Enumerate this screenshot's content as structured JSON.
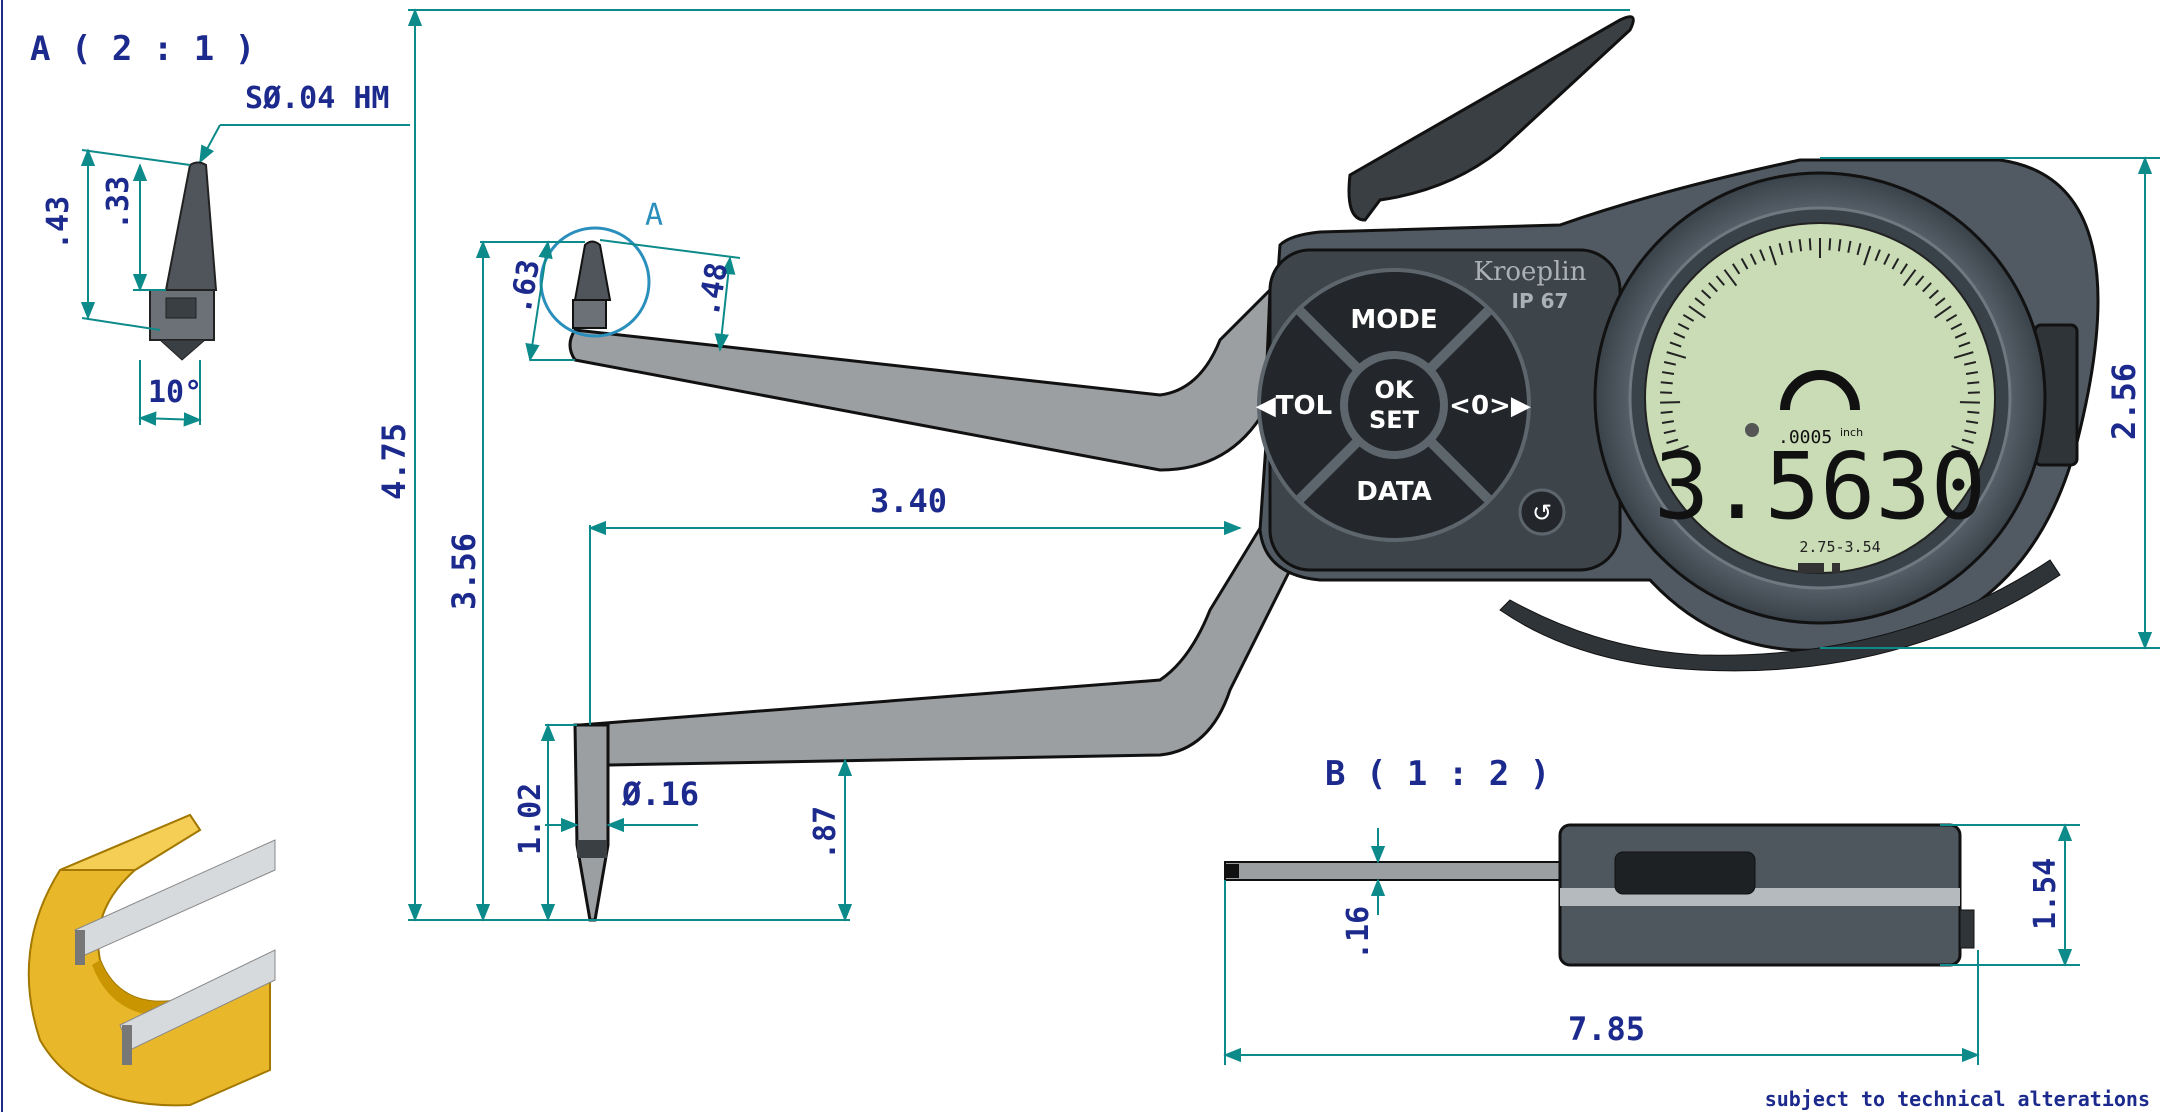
{
  "detail_a": {
    "title": "A ( 2 : 1 )",
    "tip_note": "SØ.04 HM",
    "dim_43": ".43",
    "dim_33": ".33",
    "angle": "10°",
    "circle_label": "A"
  },
  "device": {
    "brand": "Kroeplin",
    "ip_rating": "IP 67",
    "buttons": {
      "mode": "MODE",
      "tol": "◀TOL",
      "ok": "OK",
      "set": "SET",
      "zero": "<0>▶",
      "data": "DATA"
    },
    "display": {
      "reading": "3.5630",
      "resolution": ".0005",
      "unit": "inch",
      "range": "2.75-3.54"
    }
  },
  "dimensions": {
    "overall_height": "4.75",
    "jaw_depth": "3.56",
    "jaw_reach": "3.40",
    "tip_63": ".63",
    "tip_48": ".48",
    "tip_102": "1.02",
    "tip_dia": "Ø.16",
    "depth_87": ".87",
    "dial_dia": "2.56"
  },
  "detail_b": {
    "title": "B ( 1 : 2 )",
    "thickness": ".16",
    "height": "1.54",
    "length": "7.85"
  },
  "footer": "subject to technical alterations"
}
